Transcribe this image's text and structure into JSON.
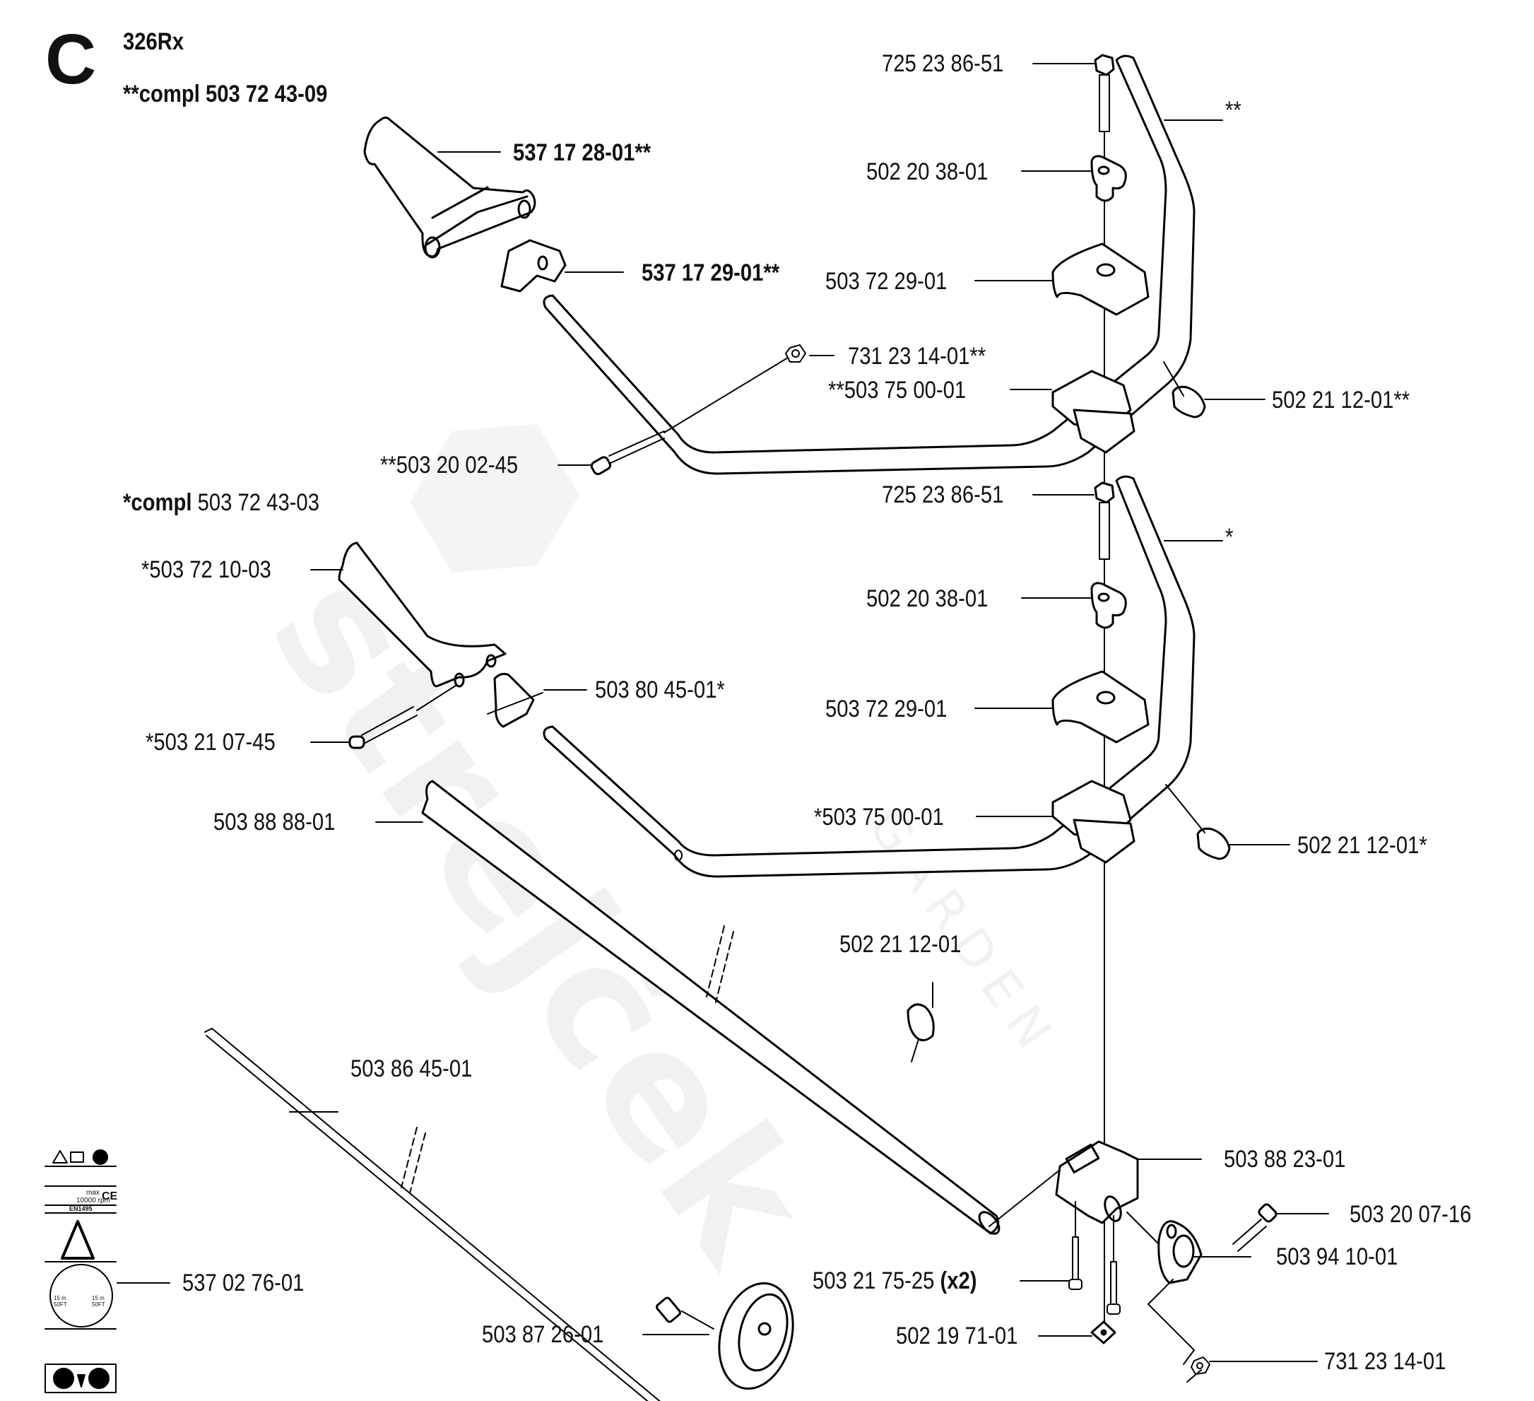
{
  "header": {
    "section_letter": "C",
    "model": "326Rx",
    "complete_set_1": {
      "prefix": "**compl",
      "number": "503 72 43-09"
    },
    "complete_set_2": {
      "prefix": "*compl",
      "number": "503 72 43-03"
    }
  },
  "watermark": {
    "brand": "strejček",
    "sub": "GARDEN"
  },
  "labels": {
    "grip_upper": "537 17 28-01**",
    "grip_clip_upper": "537 17 29-01**",
    "bolt_upper": "725 23 86-51",
    "wing_knob_upper": "502 20 38-01",
    "clamp_top_upper": "503 72 29-01",
    "nut_upper": "731 23 14-01**",
    "clamp_bottom_upper": "**503 75 00-01",
    "screw_upper": "**503 20 02-45",
    "handle_upper_mark": "**",
    "cable_clip_upper": "502 21 12-01**",
    "bolt_lower": "725 23 86-51",
    "handle_lower_mark": "*",
    "grip_lower": "*503 72 10-03",
    "wing_knob_lower": "502 20 38-01",
    "clip_lower": "503 80 45-01*",
    "clamp_top_lower": "503 72 29-01",
    "screw_lower": "*503 21 07-45",
    "tube": "503 88 88-01",
    "clamp_bottom_lower": "*503 75 00-01",
    "cable_clip_lower": "502 21 12-01*",
    "cable_clip_tube": "502 21 12-01",
    "drive_shaft": "503 86 45-01",
    "bracket": "503 88 23-01",
    "screw_bracket": "503 20 07-16",
    "screws_x2": "503 21 75-25",
    "screws_x2_qty": "(x2)",
    "bearing_housing": "503 94 10-01",
    "decal": "537 02 76-01",
    "square_nut": "502 19 71-01",
    "clutch_drum": "503 87 26-01",
    "nut_bracket": "731 23 14-01"
  },
  "decal_text": {
    "max": "max",
    "rpm": "10000 rpm",
    "ce": "CE",
    "standard": "EN1495",
    "distance_left": "15 m",
    "distance_left_ft": "50FT",
    "distance_right": "15 m",
    "distance_right_ft": "50FT"
  }
}
